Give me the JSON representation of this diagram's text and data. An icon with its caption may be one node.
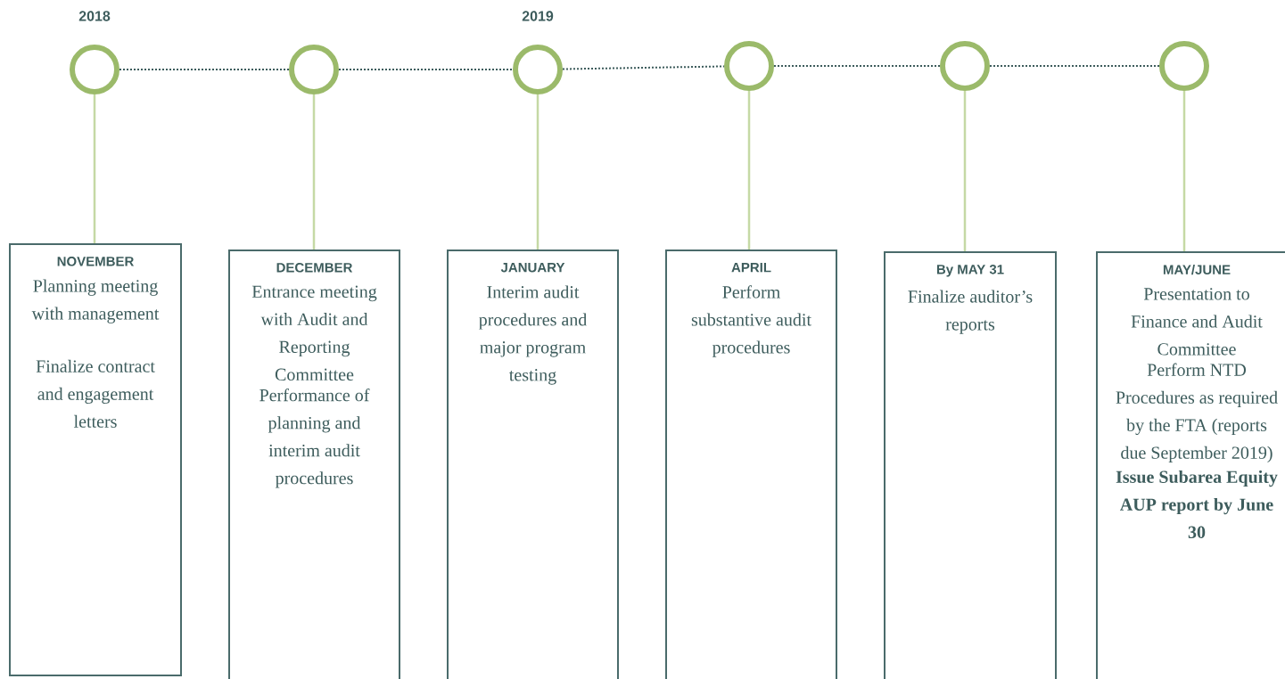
{
  "diagram": {
    "nodes": [
      {
        "text": [],
        "shape": "circle",
        "beside": [
          "2018"
        ]
      },
      {
        "text": [],
        "shape": "circle"
      },
      {
        "text": [],
        "shape": "circle",
        "beside": [
          "2019"
        ]
      },
      {
        "text": [],
        "shape": "circle"
      },
      {
        "text": [],
        "shape": "circle"
      },
      {
        "text": [],
        "shape": "circle"
      },
      {
        "text": [
          "NOVEMBER",
          "Planning meeting with management",
          "Finalize contract and engagement letters"
        ]
      },
      {
        "text": [
          "DECEMBER",
          "Entrance meeting with Audit and Reporting Committee",
          "Performance of planning and interim audit procedures"
        ]
      },
      {
        "text": [
          "JANUARY",
          "Interim audit procedures and major program testing"
        ]
      },
      {
        "text": [
          "APRIL",
          "Perform substantive audit procedures"
        ]
      },
      {
        "text": [
          "By MAY 31",
          "Finalize auditor’s reports"
        ]
      },
      {
        "text": [
          "MAY/JUNE",
          "Presentation to Finance and Audit Committee",
          "Perform NTD Procedures as required by the FTA (reports due September 2019)",
          "Issue Subarea Equity AUP report by June 30"
        ]
      }
    ],
    "edges": [
      {
        "from": 0,
        "to": 1,
        "arrow": "none",
        "style": "dashed",
        "color": "#3d5c5c"
      },
      {
        "from": 1,
        "to": 2,
        "arrow": "none",
        "style": "dashed",
        "color": "#3d5c5c"
      },
      {
        "from": 2,
        "to": 3,
        "arrow": "none",
        "style": "dashed",
        "color": "#3d5c5c"
      },
      {
        "from": 3,
        "to": 4,
        "arrow": "none",
        "style": "dashed",
        "color": "#3d5c5c"
      },
      {
        "from": 4,
        "to": 5,
        "arrow": "none",
        "style": "dashed",
        "color": "#3d5c5c"
      },
      {
        "from": 0,
        "to": 6,
        "arrow": "none"
      },
      {
        "from": 1,
        "to": 7,
        "arrow": "none"
      },
      {
        "from": 2,
        "to": 8,
        "arrow": "none"
      },
      {
        "from": 3,
        "to": 9,
        "arrow": "none"
      },
      {
        "from": 4,
        "to": 10,
        "arrow": "none"
      },
      {
        "from": 5,
        "to": 11,
        "arrow": "none"
      }
    ]
  }
}
